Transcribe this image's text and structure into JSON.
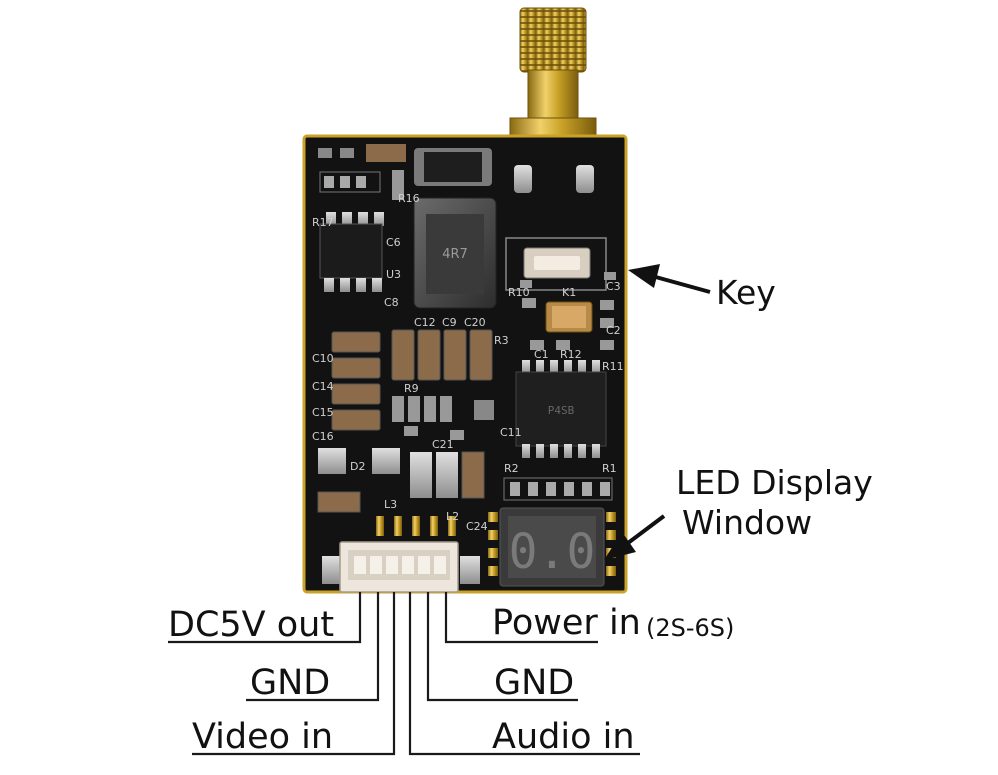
{
  "callouts": {
    "key": "Key",
    "led_line1": "LED Display",
    "led_line2": "Window"
  },
  "pins": {
    "dc5v_out": "DC5V out",
    "gnd_left": "GND",
    "video_in": "Video in",
    "power_in": "Power in",
    "power_in_note": "(2S-6S)",
    "gnd_right": "GND",
    "audio_in": "Audio in"
  },
  "board_markings": {
    "silk": [
      "R16",
      "R17",
      "C6",
      "U3",
      "C8",
      "C12",
      "C9",
      "C20",
      "C16",
      "C10",
      "C14",
      "C15",
      "R9",
      "R3",
      "C11",
      "C21",
      "D2",
      "L3",
      "L2",
      "C24",
      "R2",
      "R1",
      "R11",
      "C2",
      "C1",
      "R12",
      "C3",
      "R10",
      "K1"
    ],
    "inductor": "4R7",
    "chip": "P4SB",
    "seven_segment": "0.0"
  },
  "colors": {
    "pcb": "#141414",
    "gold": "#c9a227",
    "pad_silver": "#b9b9b9",
    "connector": "#ece6dc",
    "wire": "#1a1a1a"
  }
}
